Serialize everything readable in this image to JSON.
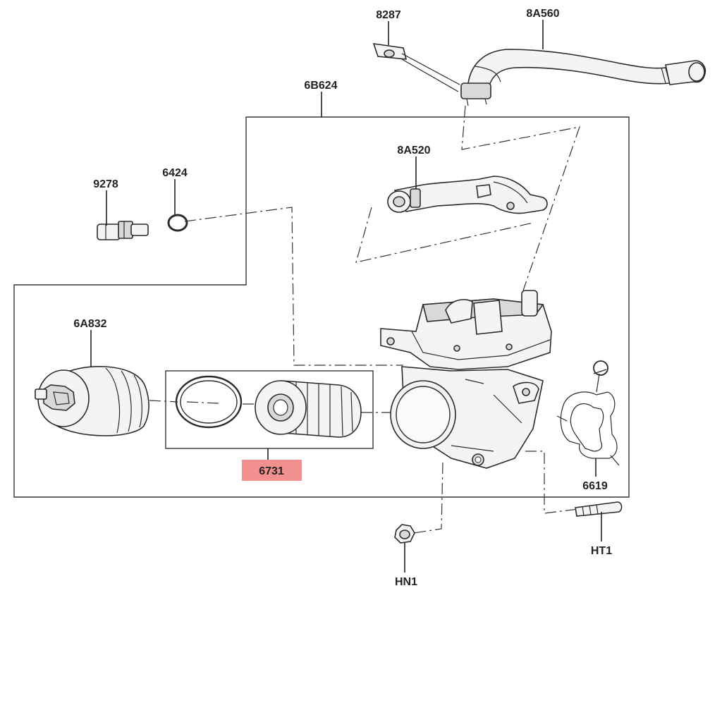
{
  "diagram": {
    "callouts": {
      "c8287": "8287",
      "c8a560": "8A560",
      "c6b624": "6B624",
      "c8a520": "8A520",
      "c9278": "9278",
      "c6424": "6424",
      "c6a832": "6A832",
      "c6731": "6731",
      "c6619": "6619",
      "cht1": "HT1",
      "chn1": "HN1"
    },
    "highlight_color": "#f29090",
    "highlighted_callout": "6731"
  }
}
